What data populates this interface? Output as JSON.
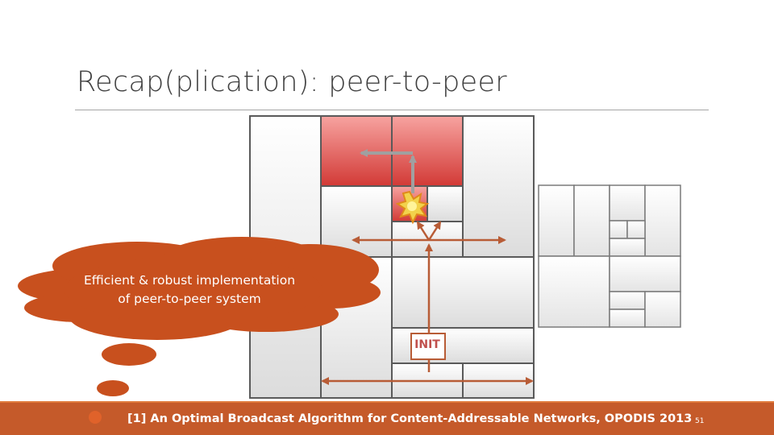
{
  "title": "Recap(plication): peer-to-peer",
  "thought_bubble": {
    "line1": "Efficient & robust implementation",
    "line2": "of peer-to-peer system"
  },
  "init_label": "INIT",
  "footer": {
    "citation": "[1] An Optimal Broadcast Algorithm for Content-Addressable Networks, OPODIS 2013",
    "page_number": "51"
  },
  "colors": {
    "accent": "#c55a2a",
    "arrow": "#b85c36",
    "highlight_red": "#e06060",
    "bubble": "#c8501e"
  },
  "icons": [
    "explosion-icon"
  ]
}
